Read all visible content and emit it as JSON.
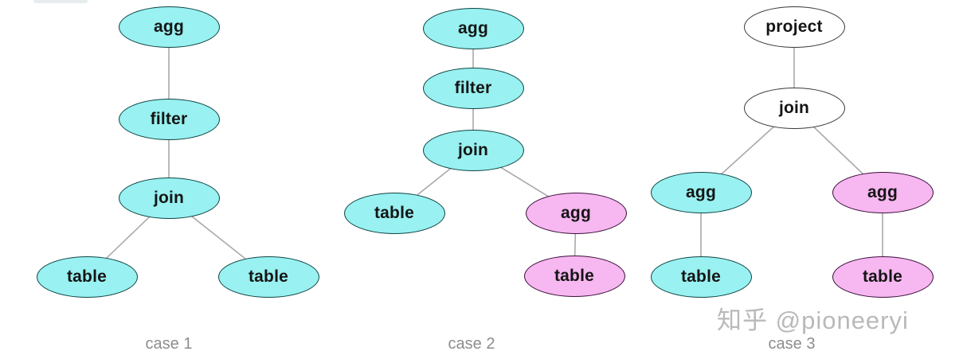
{
  "palette": {
    "cyan_fill": "#99f1f1",
    "cyan_stroke": "#0f4444",
    "pink_fill": "#f7b7f0",
    "pink_stroke": "#390f3a",
    "white_fill": "#ffffff",
    "white_stroke": "#383838",
    "edge_color": "#a9a9a9",
    "case_label_color": "#8d8d8d",
    "watermark_color": "#b9b9b9",
    "node_text_color": "#151515"
  },
  "cases": [
    {
      "label": "case 1",
      "nodes": [
        {
          "id": "agg",
          "label": "agg",
          "style": "cyan"
        },
        {
          "id": "filter",
          "label": "filter",
          "style": "cyan"
        },
        {
          "id": "join",
          "label": "join",
          "style": "cyan"
        },
        {
          "id": "table-left",
          "label": "table",
          "style": "cyan"
        },
        {
          "id": "table-right",
          "label": "table",
          "style": "cyan"
        }
      ],
      "edges": [
        [
          "agg",
          "filter"
        ],
        [
          "filter",
          "join"
        ],
        [
          "join",
          "table-left"
        ],
        [
          "join",
          "table-right"
        ]
      ]
    },
    {
      "label": "case 2",
      "nodes": [
        {
          "id": "agg",
          "label": "agg",
          "style": "cyan"
        },
        {
          "id": "filter",
          "label": "filter",
          "style": "cyan"
        },
        {
          "id": "join",
          "label": "join",
          "style": "cyan"
        },
        {
          "id": "table-left",
          "label": "table",
          "style": "cyan"
        },
        {
          "id": "agg-right",
          "label": "agg",
          "style": "pink"
        },
        {
          "id": "table-right",
          "label": "table",
          "style": "pink"
        }
      ],
      "edges": [
        [
          "agg",
          "filter"
        ],
        [
          "filter",
          "join"
        ],
        [
          "join",
          "table-left"
        ],
        [
          "join",
          "agg-right"
        ],
        [
          "agg-right",
          "table-right"
        ]
      ]
    },
    {
      "label": "case 3",
      "nodes": [
        {
          "id": "project",
          "label": "project",
          "style": "white"
        },
        {
          "id": "join",
          "label": "join",
          "style": "white"
        },
        {
          "id": "agg-left",
          "label": "agg",
          "style": "cyan"
        },
        {
          "id": "agg-right",
          "label": "agg",
          "style": "pink"
        },
        {
          "id": "table-left",
          "label": "table",
          "style": "cyan"
        },
        {
          "id": "table-right",
          "label": "table",
          "style": "pink"
        }
      ],
      "edges": [
        [
          "project",
          "join"
        ],
        [
          "join",
          "agg-left"
        ],
        [
          "join",
          "agg-right"
        ],
        [
          "agg-left",
          "table-left"
        ],
        [
          "agg-right",
          "table-right"
        ]
      ]
    }
  ],
  "watermark": {
    "text": "知乎 @pioneeryi"
  }
}
